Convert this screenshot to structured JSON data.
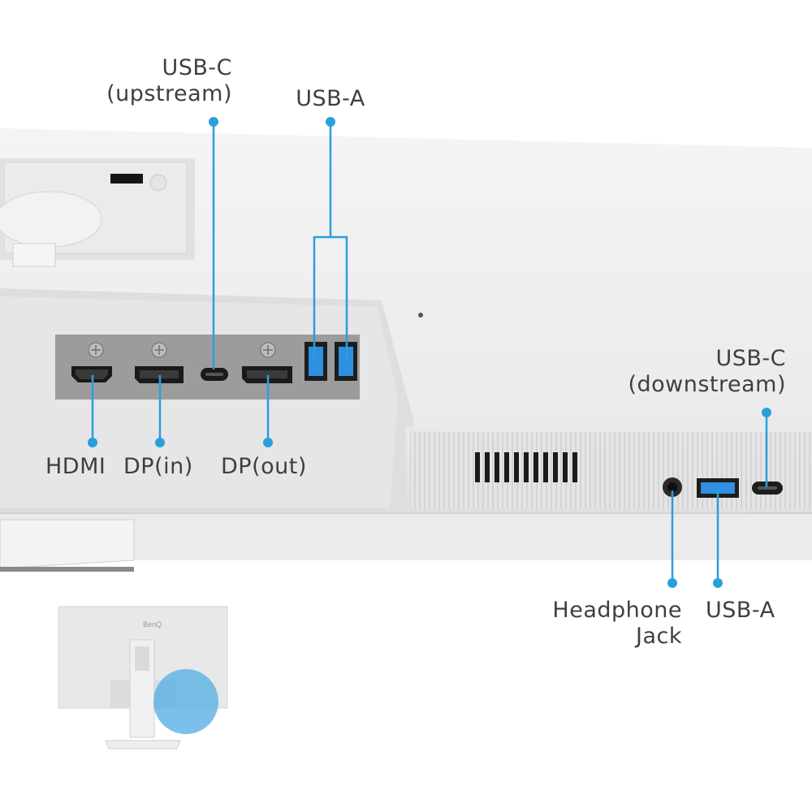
{
  "colors": {
    "callout": "#2a9fdc",
    "label_text": "#3f3f3f",
    "panel": "#9c9c9c",
    "port_blue": "#2f8fe0",
    "monitor_body": "#ececec",
    "highlight_circle": "#5ab0e2"
  },
  "labels": {
    "usb_c_upstream": [
      "USB-C",
      "(upstream)"
    ],
    "usb_a_top": "USB-A",
    "hdmi": "HDMI",
    "dp_in": "DP(in)",
    "dp_out": "DP(out)",
    "usb_c_downstream": [
      "USB-C",
      "(downstream)"
    ],
    "headphone_jack": [
      "Headphone",
      "Jack"
    ],
    "usb_a_bottom": "USB-A"
  },
  "thumbnail": {
    "brand_logo": "BenQ"
  },
  "icons": [
    "hdmi-port-icon",
    "displayport-icon",
    "usb-c-port-icon",
    "usb-a-port-icon",
    "headphone-jack-icon",
    "screw-icon"
  ]
}
